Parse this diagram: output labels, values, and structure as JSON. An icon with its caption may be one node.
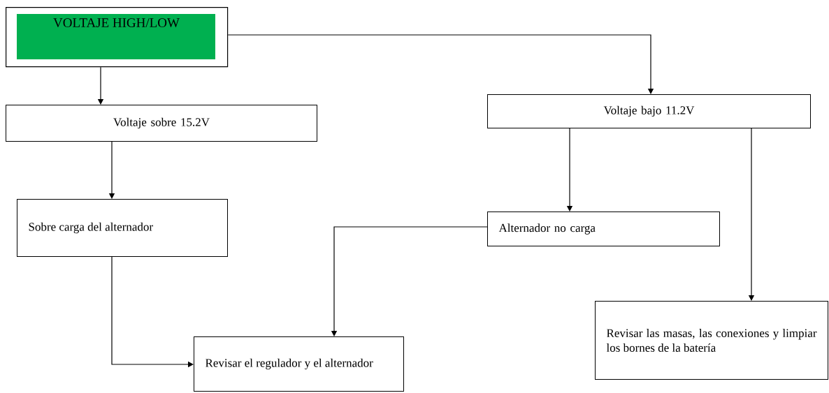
{
  "diagram": {
    "nodes": [
      {
        "text": [
          "VOLTAJE HIGH/LOW"
        ]
      },
      {
        "text": [
          "Voltaje sobre 15.2V"
        ]
      },
      {
        "text": [
          "Sobre carga del alternador"
        ]
      },
      {
        "text": [
          "Voltaje bajo 11.2V"
        ]
      },
      {
        "text": [
          "Alternador no carga"
        ]
      },
      {
        "text": [
          "Revisar el regulador y el alternador"
        ]
      },
      {
        "text": [
          "Revisar las masas, las conexiones y limpiar los bornes de la batería"
        ]
      }
    ],
    "edges": [
      {
        "from": 0,
        "to": 1,
        "arrow": "to"
      },
      {
        "from": 0,
        "to": 3,
        "arrow": "to"
      },
      {
        "from": 1,
        "to": 2,
        "arrow": "to"
      },
      {
        "from": 3,
        "to": 4,
        "arrow": "to"
      },
      {
        "from": 3,
        "to": 6,
        "arrow": "to"
      },
      {
        "from": 2,
        "to": 5,
        "arrow": "to"
      },
      {
        "from": 4,
        "to": 5,
        "arrow": "to"
      }
    ]
  }
}
